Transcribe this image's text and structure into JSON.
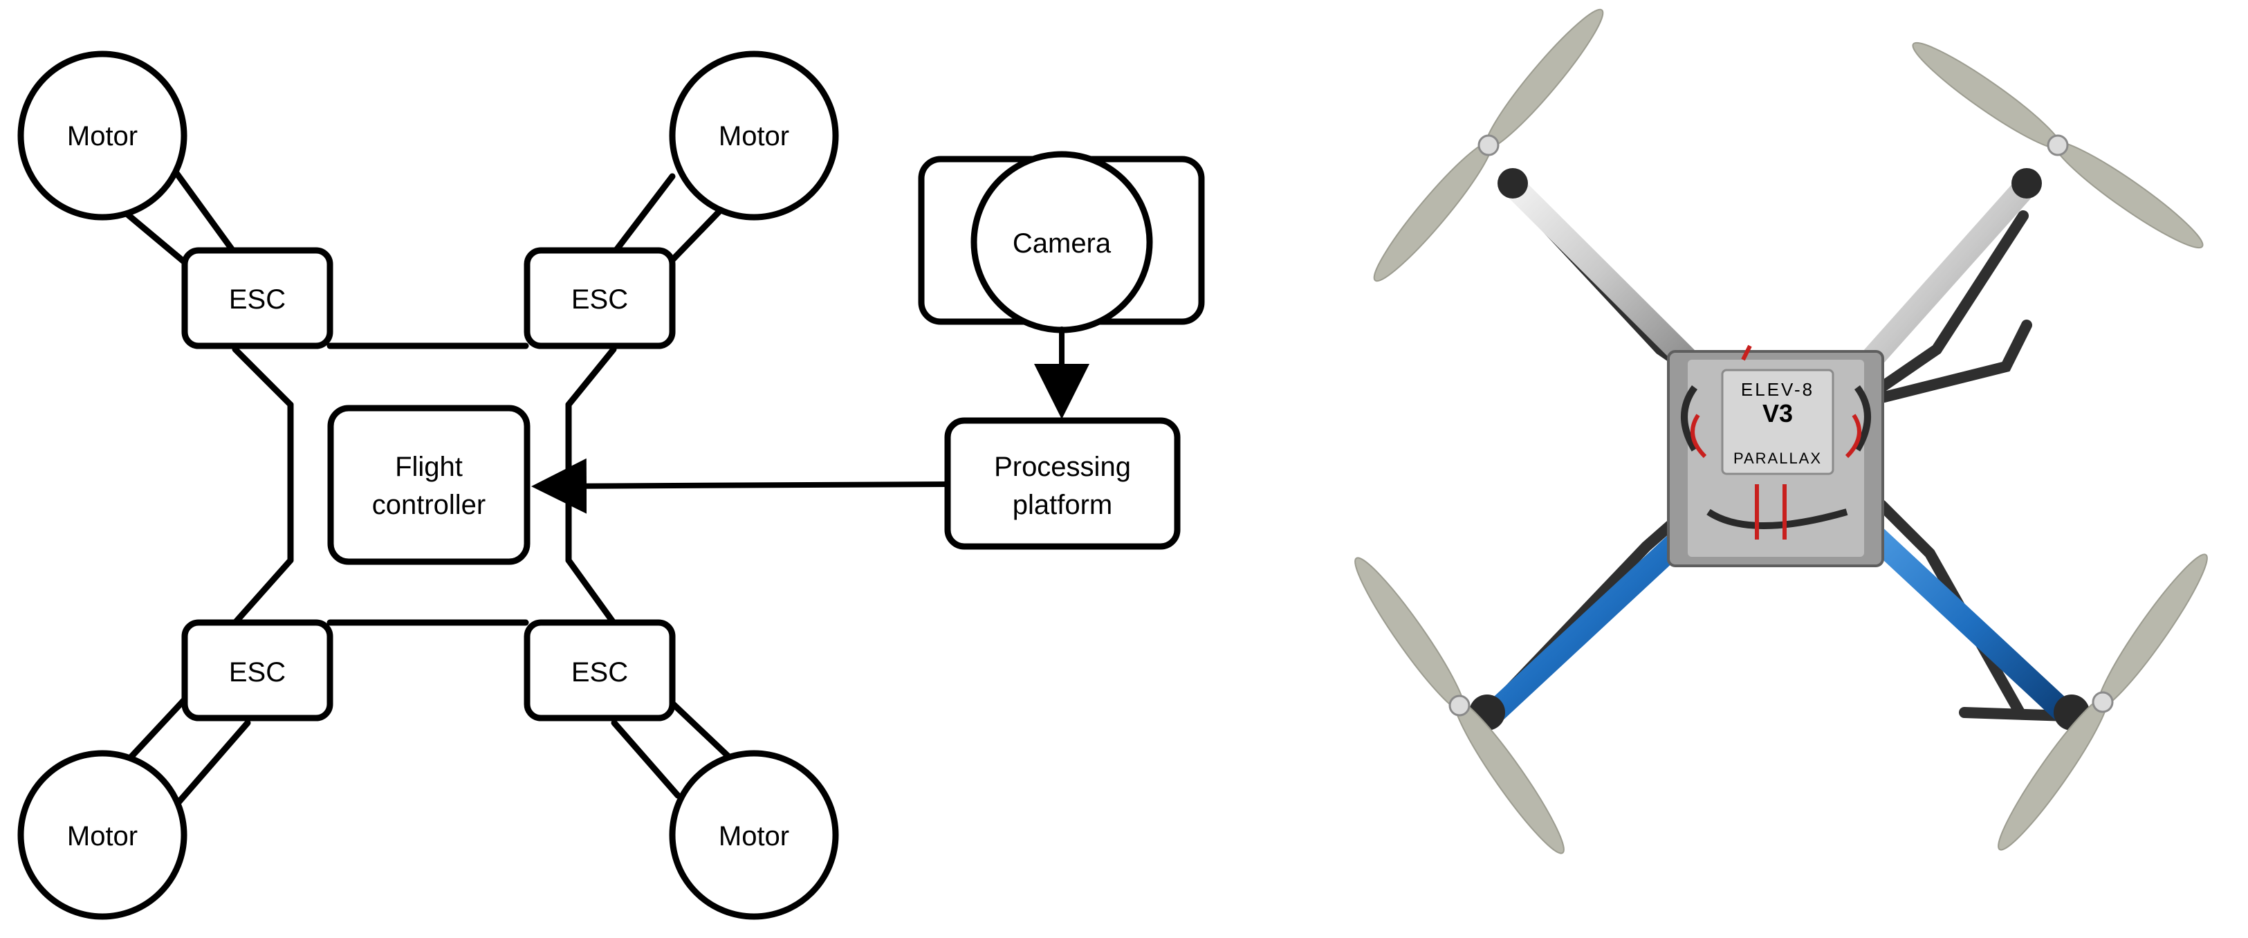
{
  "diagram": {
    "motor_label": "Motor",
    "esc_label": "ESC",
    "flight_controller": {
      "line1": "Flight",
      "line2": "controller"
    },
    "camera_label": "Camera",
    "processing_platform": {
      "line1": "Processing",
      "line2": "platform"
    }
  },
  "drone_photo": {
    "board_brand": "ELEV-8",
    "board_version": "V3",
    "board_maker": "PARALLAX",
    "arm_colors": {
      "front": "#d2d2d2",
      "rear": "#1f6fc0"
    },
    "propeller_color": "#b8b8ac"
  }
}
